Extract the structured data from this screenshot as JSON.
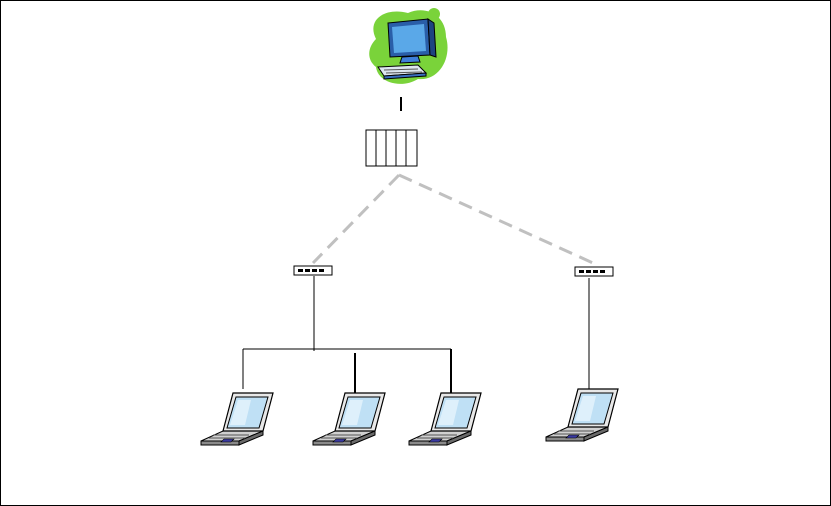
{
  "diagram": {
    "type": "network-topology",
    "nodes": [
      {
        "id": "server",
        "kind": "desktop-computer",
        "icon": "desktop-computer-icon"
      },
      {
        "id": "hub-main",
        "kind": "rack-switch",
        "icon": "rack-switch-icon"
      },
      {
        "id": "switch-left",
        "kind": "switch",
        "icon": "switch-icon"
      },
      {
        "id": "switch-right",
        "kind": "switch",
        "icon": "switch-icon"
      },
      {
        "id": "laptop-1",
        "kind": "laptop",
        "icon": "laptop-icon"
      },
      {
        "id": "laptop-2",
        "kind": "laptop",
        "icon": "laptop-icon"
      },
      {
        "id": "laptop-3",
        "kind": "laptop",
        "icon": "laptop-icon"
      },
      {
        "id": "laptop-4",
        "kind": "laptop",
        "icon": "laptop-icon"
      }
    ],
    "links": [
      {
        "from": "server",
        "to": "hub-main",
        "style": "solid"
      },
      {
        "from": "hub-main",
        "to": "switch-left",
        "style": "dashed"
      },
      {
        "from": "hub-main",
        "to": "switch-right",
        "style": "dashed"
      },
      {
        "from": "switch-left",
        "to": "laptop-1",
        "style": "solid"
      },
      {
        "from": "switch-left",
        "to": "laptop-2",
        "style": "solid"
      },
      {
        "from": "switch-left",
        "to": "laptop-3",
        "style": "solid"
      },
      {
        "from": "switch-right",
        "to": "laptop-4",
        "style": "solid"
      }
    ],
    "colors": {
      "line": "#000000",
      "dashed_link": "#c0c0c0",
      "server_blob": "#7ad33a",
      "monitor_body": "#3f7fd9",
      "screen": "#bfe0f5",
      "laptop_body": "#d9d9d9",
      "touchpad": "#3a3aa0"
    }
  }
}
